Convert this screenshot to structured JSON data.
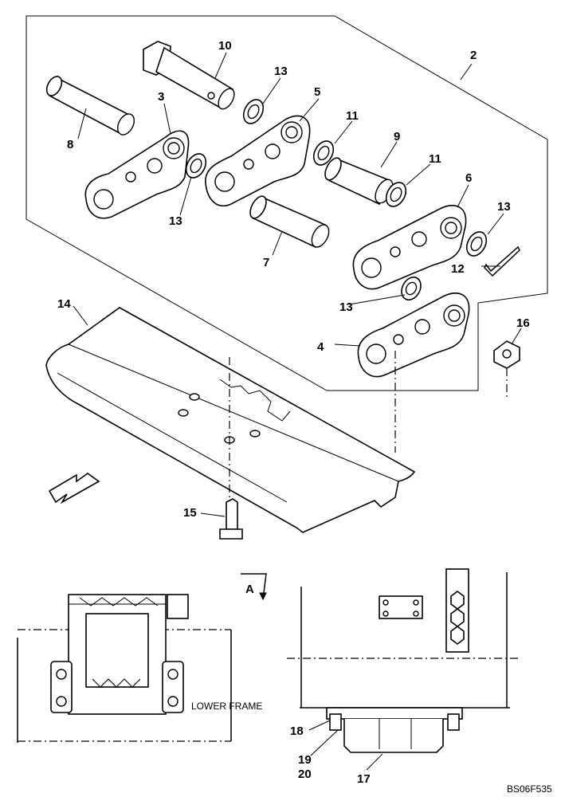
{
  "callouts": {
    "c2": "2",
    "c3": "3",
    "c4": "4",
    "c5": "5",
    "c6": "6",
    "c7": "7",
    "c8": "8",
    "c9": "9",
    "c10": "10",
    "c11a": "11",
    "c11b": "11",
    "c12": "12",
    "c13a": "13",
    "c13b": "13",
    "c13c": "13",
    "c13d": "13",
    "c14": "14",
    "c15": "15",
    "c16": "16",
    "c17": "17",
    "c18": "18",
    "c19": "19",
    "c20": "20"
  },
  "view_marker": "A",
  "lower_frame_label": "LOWER FRAME",
  "drawing_code": "BS06F535"
}
